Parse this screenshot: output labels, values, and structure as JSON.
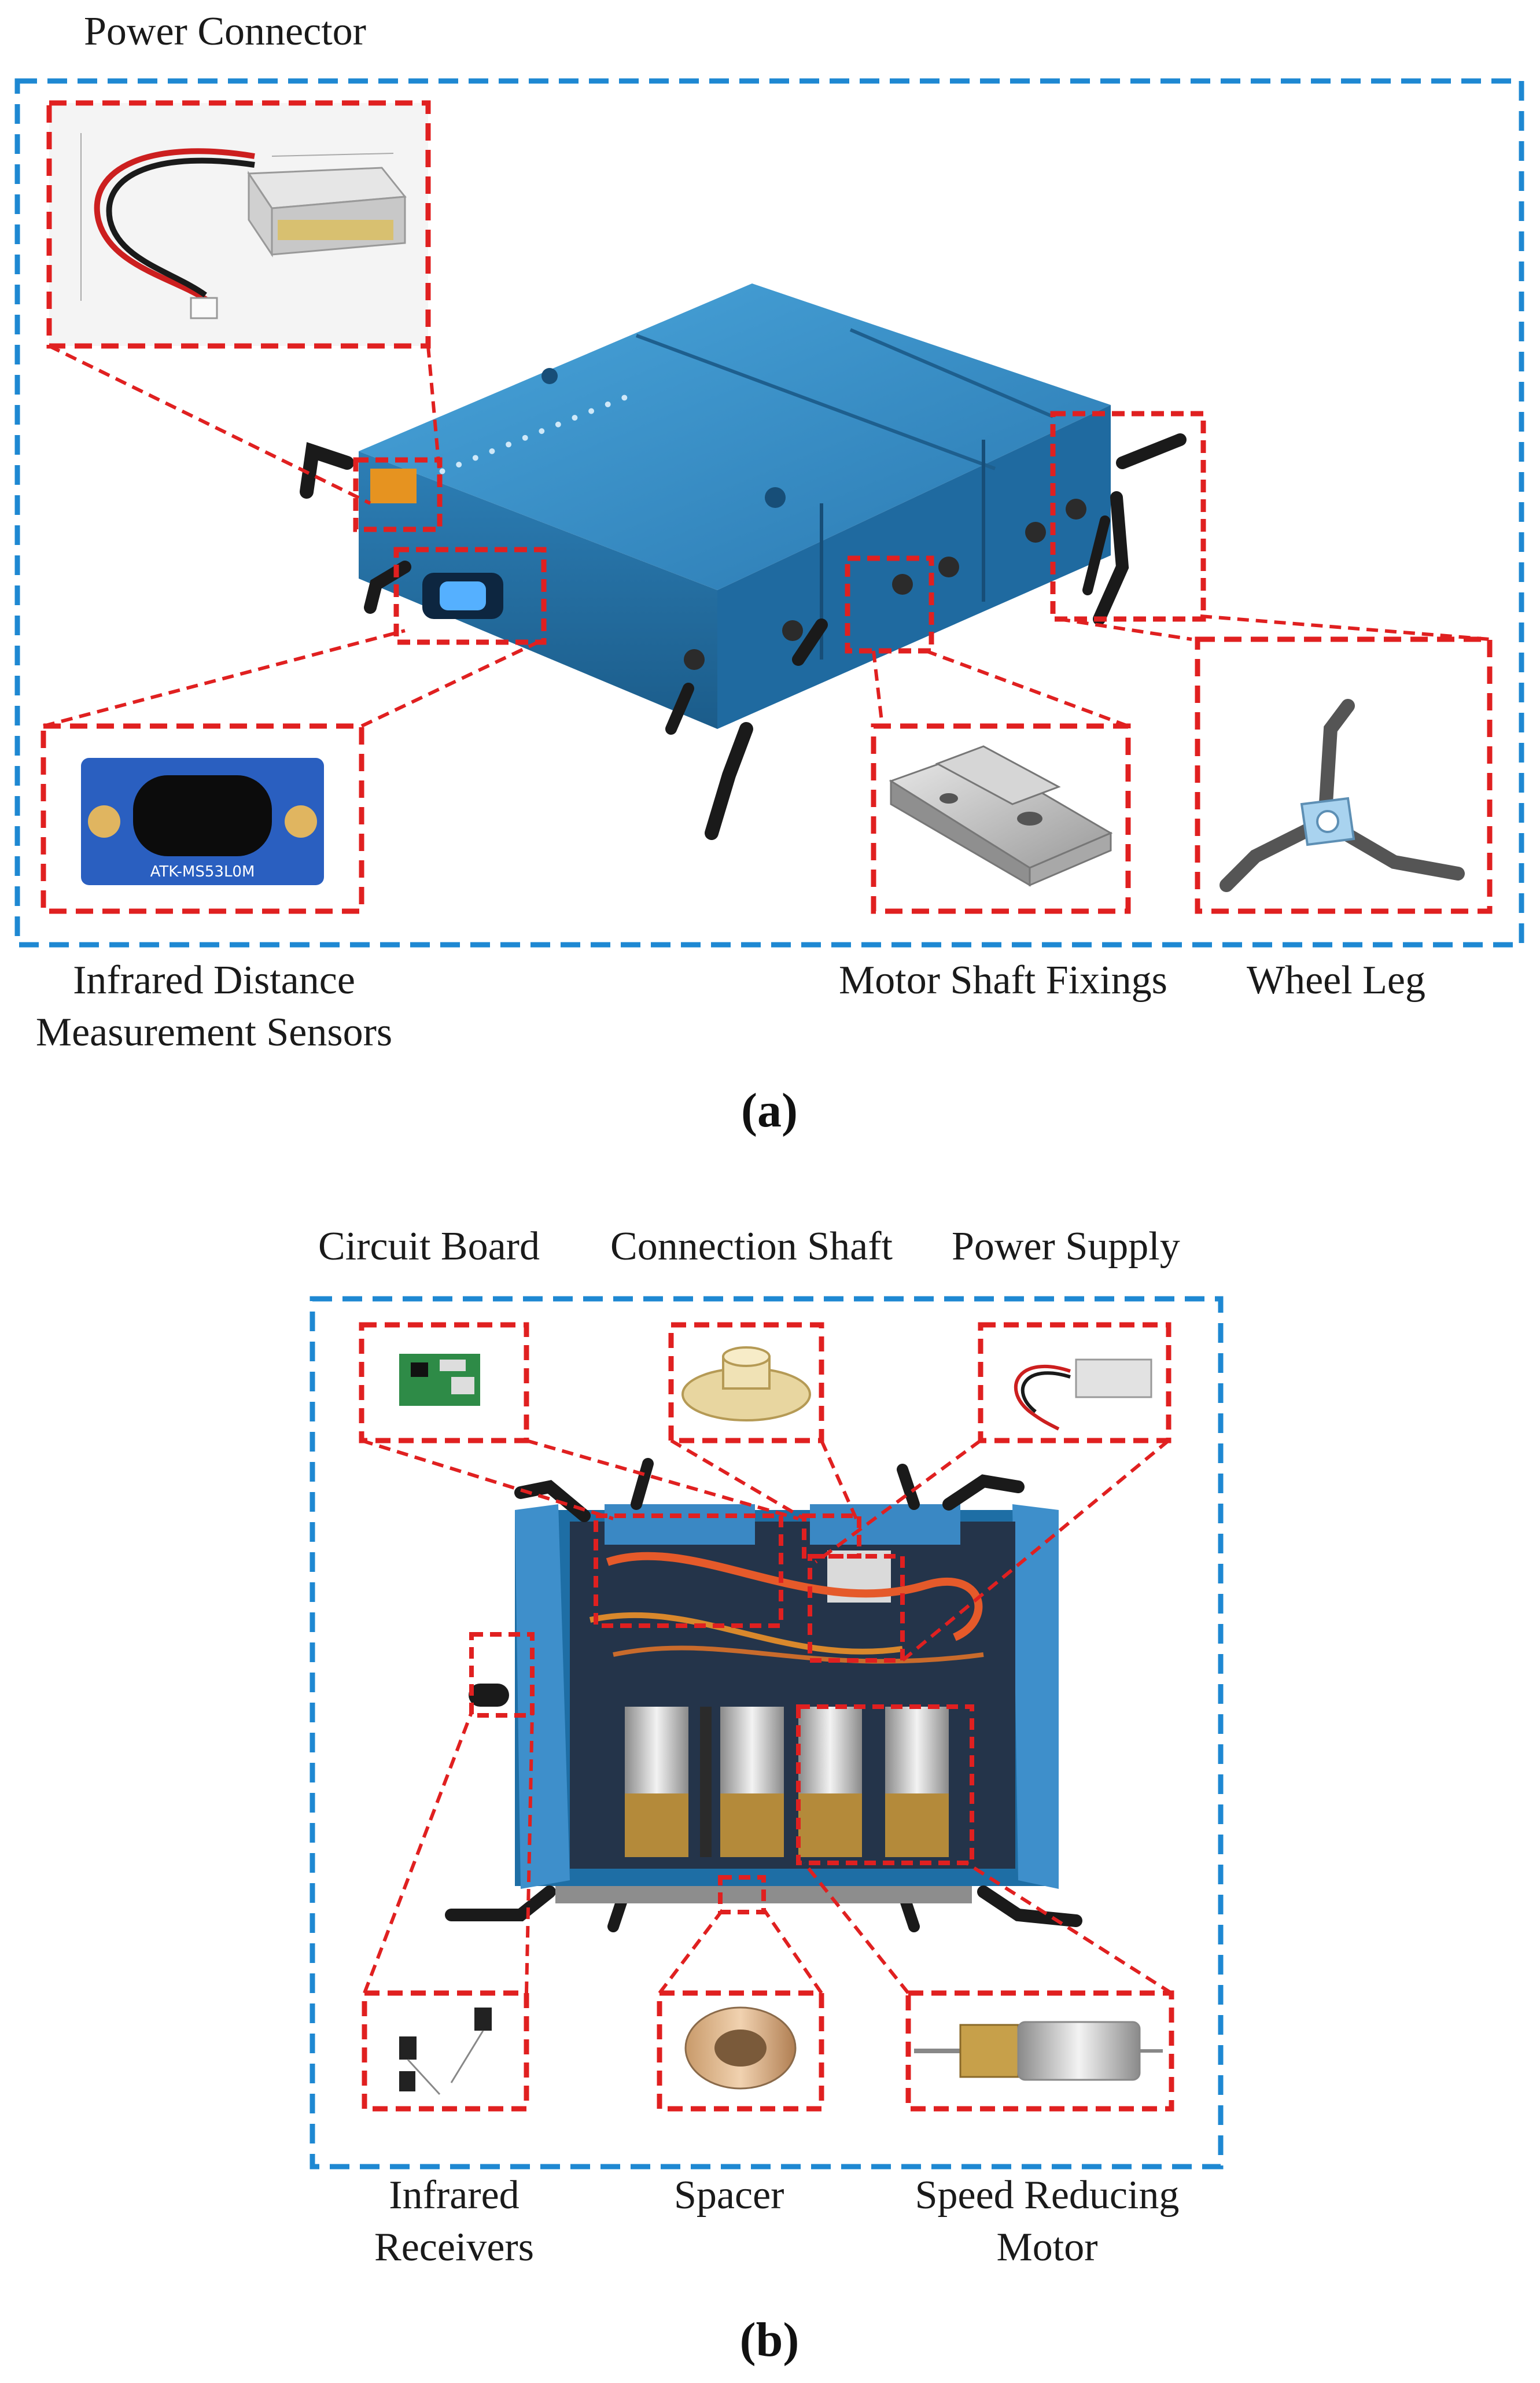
{
  "panel_a": {
    "caption": "(a)",
    "labels": {
      "power_connector": "Power Connector",
      "infrared_distance": [
        "Infrared Distance",
        "Measurement Sensors"
      ],
      "motor_shaft_fixings": "Motor Shaft Fixings",
      "wheel_leg": "Wheel Leg"
    },
    "sensor_chip_text": "ATK-MS53L0M"
  },
  "panel_b": {
    "caption": "(b)",
    "labels": {
      "circuit_board": "Circuit Board",
      "connection_shaft": "Connection Shaft",
      "power_supply": "Power Supply",
      "infrared_receivers": [
        "Infrared",
        "Receivers"
      ],
      "spacer": "Spacer",
      "speed_reducing_motor": [
        "Speed Reducing",
        "Motor"
      ]
    }
  },
  "colors": {
    "outer_border": "#1e88d2",
    "callout": "#e02020",
    "robot_body": "#2b7fb8"
  }
}
